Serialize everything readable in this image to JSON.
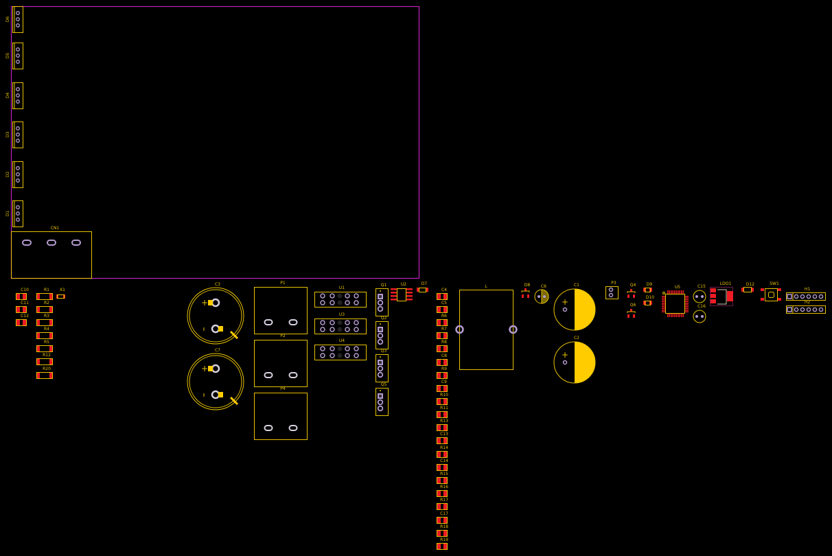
{
  "colors": {
    "board_outline": "#c020c0",
    "silkscreen": "#e8c200",
    "smd_pad": "#ee1c24",
    "th_pad": "#b59bd0",
    "background": "#000000"
  },
  "board": {
    "side_connectors": [
      "D6",
      "D5",
      "D4",
      "D3",
      "D2",
      "D1"
    ],
    "main_connector": "CN1"
  },
  "left_group": {
    "caps": [
      "C10",
      "C11",
      "C12"
    ],
    "resistors": [
      "R1",
      "R2",
      "R3",
      "R4",
      "R5",
      "R12",
      "R20"
    ],
    "crystal": "X1"
  },
  "electrolytics": [
    "C3",
    "C7"
  ],
  "terminals": [
    "P1",
    "P2",
    "P4"
  ],
  "headers": [
    "U1",
    "U3",
    "U4"
  ],
  "transistors": [
    "Q1",
    "Q2",
    "Q3",
    "Q5"
  ],
  "ic_u2": "U2",
  "diode_d7": "D7",
  "passive_column": [
    "C4",
    "C5",
    "R6",
    "R7",
    "R8",
    "C8",
    "R9",
    "C9",
    "R10",
    "R11",
    "R13",
    "C13",
    "R14",
    "C14",
    "R15",
    "R16",
    "R17",
    "C17",
    "R18",
    "R19"
  ],
  "inductor": "L",
  "right_group": {
    "d8": "D8",
    "c6": "C6",
    "c1": "C1",
    "c2": "C2",
    "p3": "P3",
    "q4": "Q4",
    "q6": "Q6",
    "d9": "D9",
    "d10": "D10",
    "u5": "U5",
    "c15": "C15",
    "c16": "C16",
    "ldo1": "LDO1",
    "d12": "D12",
    "sw1": "SW1",
    "h1": "H1",
    "h2": "H2"
  }
}
